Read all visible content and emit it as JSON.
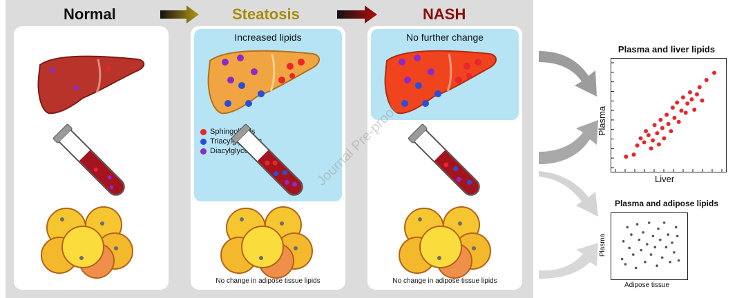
{
  "stages": {
    "normal": "Normal",
    "steatosis": "Steatosis",
    "nash": "NASH"
  },
  "panels": {
    "steatosis_caption": "Increased lipids",
    "nash_caption": "No further change",
    "steatosis_adipose": "No change in adipose tissue lipids",
    "nash_adipose": "No change in adipose tissue lipids"
  },
  "legend": {
    "items": [
      {
        "label": "Sphingolipids",
        "color": "#e8262b"
      },
      {
        "label": "Triacylglycerols",
        "color": "#2a4fd6"
      },
      {
        "label": "Diacylglycerols",
        "color": "#8a2bc7"
      }
    ]
  },
  "watermark": "Journal Pre-proof",
  "chart_data": [
    {
      "type": "scatter",
      "title": "Plasma and liver lipids",
      "xlabel": "Liver",
      "ylabel": "Plasma",
      "color": "#e8262b",
      "points": [
        [
          0.9,
          0.8
        ],
        [
          1.8,
          1.0
        ],
        [
          2.2,
          1.9
        ],
        [
          2.6,
          2.6
        ],
        [
          3.0,
          2.2
        ],
        [
          3.2,
          3.3
        ],
        [
          3.5,
          2.9
        ],
        [
          3.8,
          1.6
        ],
        [
          4.0,
          2.4
        ],
        [
          4.2,
          3.9
        ],
        [
          4.5,
          3.1
        ],
        [
          4.7,
          2.0
        ],
        [
          4.9,
          4.4
        ],
        [
          5.1,
          3.6
        ],
        [
          5.3,
          2.6
        ],
        [
          5.6,
          4.9
        ],
        [
          5.8,
          4.0
        ],
        [
          6.1,
          3.3
        ],
        [
          6.3,
          5.6
        ],
        [
          6.5,
          4.6
        ],
        [
          6.8,
          6.1
        ],
        [
          7.0,
          4.2
        ],
        [
          7.3,
          5.3
        ],
        [
          7.5,
          6.6
        ],
        [
          7.8,
          5.1
        ],
        [
          8.0,
          6.0
        ],
        [
          8.3,
          7.1
        ],
        [
          8.5,
          6.4
        ],
        [
          8.8,
          5.4
        ],
        [
          9.1,
          6.9
        ],
        [
          9.4,
          7.6
        ],
        [
          9.7,
          6.3
        ],
        [
          10.2,
          8.3
        ],
        [
          11.1,
          9.0
        ]
      ]
    },
    {
      "type": "scatter",
      "title": "Plasma and adipose lipids",
      "xlabel": "Adipose tissue",
      "ylabel": "Plasma",
      "color": "#555555",
      "points": [
        [
          0.8,
          2.0
        ],
        [
          1.0,
          4.4
        ],
        [
          1.3,
          1.3
        ],
        [
          1.6,
          6.3
        ],
        [
          1.9,
          3.5
        ],
        [
          2.2,
          5.3
        ],
        [
          2.5,
          2.6
        ],
        [
          2.9,
          0.8
        ],
        [
          3.1,
          6.7
        ],
        [
          3.4,
          4.6
        ],
        [
          3.7,
          3.2
        ],
        [
          4.0,
          5.6
        ],
        [
          4.3,
          1.6
        ],
        [
          4.6,
          4.0
        ],
        [
          4.9,
          6.9
        ],
        [
          5.2,
          2.6
        ],
        [
          5.5,
          5.1
        ],
        [
          5.8,
          3.6
        ],
        [
          6.1,
          1.1
        ],
        [
          6.3,
          6.1
        ],
        [
          6.6,
          4.6
        ],
        [
          6.9,
          2.2
        ],
        [
          7.2,
          6.9
        ],
        [
          7.5,
          3.6
        ],
        [
          7.8,
          5.3
        ],
        [
          8.1,
          1.6
        ],
        [
          8.4,
          4.2
        ],
        [
          8.7,
          2.9
        ],
        [
          9.0,
          6.3
        ],
        [
          9.2,
          5.1
        ],
        [
          9.4,
          1.8
        ]
      ]
    }
  ]
}
